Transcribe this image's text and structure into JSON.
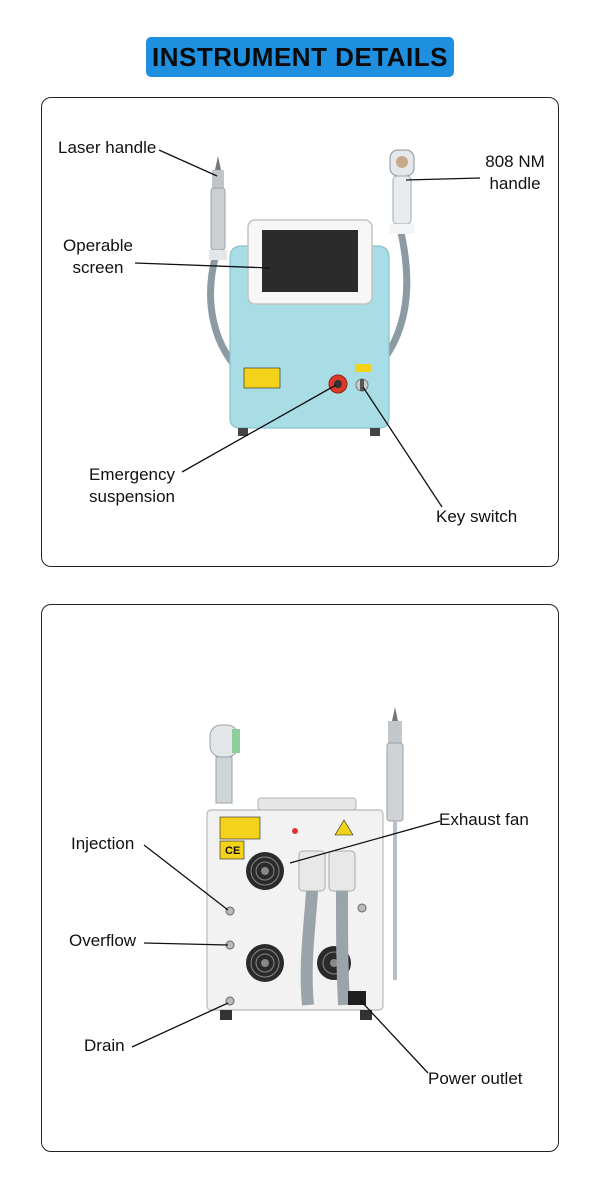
{
  "header": {
    "title": "INSTRUMENT DETAILS"
  },
  "front_view": {
    "labels": {
      "laser_handle": "Laser handle",
      "nm808_line1": "808 NM",
      "nm808_line2": "handle",
      "operable_line1": "Operable",
      "operable_line2": "screen",
      "emergency_line1": "Emergency",
      "emergency_line2": "suspension",
      "key_switch": "Key switch"
    }
  },
  "back_view": {
    "labels": {
      "exhaust_fan": "Exhaust fan",
      "injection": "Injection",
      "overflow": "Overflow",
      "drain": "Drain",
      "power_outlet": "Power outlet"
    }
  },
  "colors": {
    "title_bg": "#1f8fe0",
    "device_body": "#a9dde6",
    "back_panel": "#f2f2f2"
  }
}
